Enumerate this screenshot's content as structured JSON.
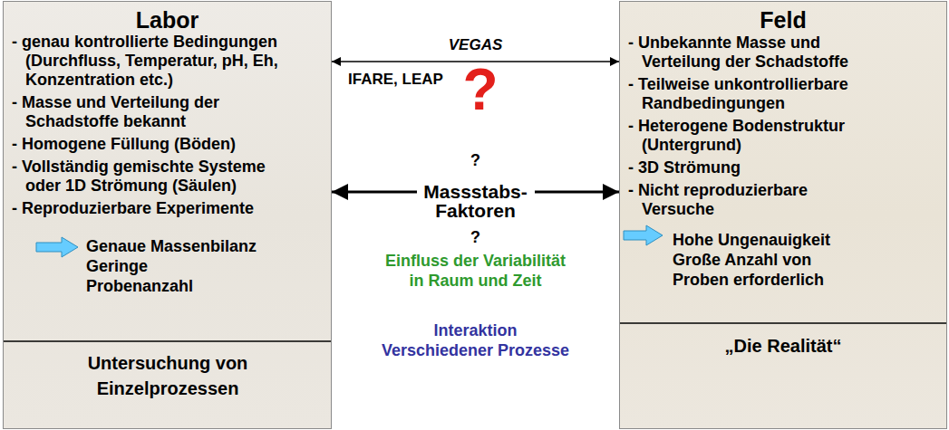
{
  "diagram": {
    "nodes": [
      {
        "text": [
          "Labor",
          "- genau kontrollierte Bedingungen (Durchfluss, Temperatur, pH, Eh, Konzentration etc.)",
          "- Masse und Verteilung der Schadstoffe bekannt",
          "- Homogene Füllung (Böden)",
          "- Vollständig gemischte Systeme oder 1D Strömung (Säulen)",
          "- Reproduzierbare Experimente",
          "Genaue Massenbilanz Geringe Probenanzahl",
          "Untersuchung von Einzelprozessen"
        ]
      },
      {
        "text": [
          "Feld",
          "- Unbekannte Masse und Verteilung der Schadstoffe",
          "- Teilweise unkontrollierbare Randbedingungen",
          "- Heterogene Bodenstruktur (Untergrund)",
          "- 3D Strömung",
          "- Nicht reproduzierbare Versuche",
          "Hohe Ungenauigkeit Große Anzahl von Proben erforderlich",
          "„Die Realität“"
        ]
      }
    ],
    "edges": [
      {
        "from": 0,
        "to": 1,
        "arrow": "both",
        "label": "VEGAS"
      },
      {
        "from": 0,
        "to": 1,
        "arrow": "both",
        "label": "Massstabs-Faktoren"
      }
    ],
    "labels": [
      "IFARE, LEAP",
      "?",
      "?",
      "?",
      "Einfluss der Variabilität in Raum und Zeit",
      "Interaktion Verschiedener Prozesse"
    ]
  }
}
